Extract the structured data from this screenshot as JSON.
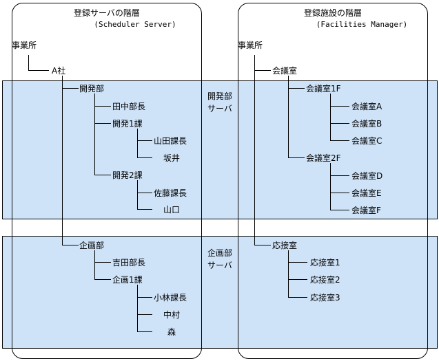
{
  "left": {
    "title": "登録サーバの階層",
    "subtitle": "(Scheduler Server)",
    "root": "事業所",
    "company": "A社",
    "dept1": "開発部",
    "dept1_mgr": "田中部長",
    "sec1": "開発1課",
    "sec1_m1": "山田課長",
    "sec1_m2": "坂井",
    "sec2": "開発2課",
    "sec2_m1": "佐藤課長",
    "sec2_m2": "山口",
    "dept2": "企画部",
    "dept2_mgr": "吉田部長",
    "sec3": "企画1課",
    "sec3_m1": "小林課長",
    "sec3_m2": "中村",
    "sec3_m3": "森"
  },
  "right": {
    "title": "登録施設の階層",
    "subtitle": "(Facilities Manager)",
    "root": "事業所",
    "cat1": "会議室",
    "f1": "会議室1F",
    "f1_a": "会議室A",
    "f1_b": "会議室B",
    "f1_c": "会議室C",
    "f2": "会議室2F",
    "f2_d": "会議室D",
    "f2_e": "会議室E",
    "f2_f": "会議室F",
    "cat2": "応接室",
    "r1": "応接室1",
    "r2": "応接室2",
    "r3": "応接室3"
  },
  "bands": {
    "server1_line1": "開発部",
    "server1_line2": "サーバ",
    "server2_line1": "企画部",
    "server2_line2": "サーバ"
  }
}
